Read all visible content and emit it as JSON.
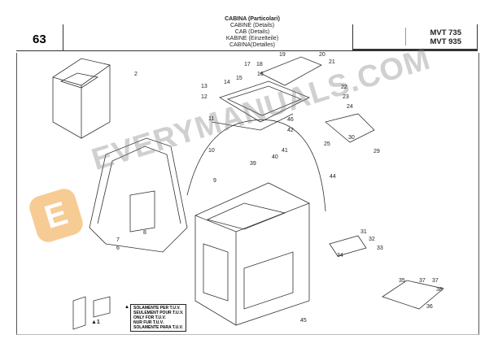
{
  "header": {
    "page_number": "63",
    "titles": [
      "CABINA (Particolari)",
      "CABINE (Details)",
      "CAB (Details)",
      "KABINE (Einzelteile)",
      "CABINA(Detalles)"
    ],
    "models": [
      "MVT 735",
      "MVT 935"
    ]
  },
  "note": {
    "marker": "▲",
    "lines": [
      "SOLAMENTE PER T.U.V.",
      "SEULEMENT POUR T.U.V.",
      "ONLY FOR T.U.V.",
      "NUR FUR T.U.V.",
      "SOLAMENTE PARA T.U.V."
    ]
  },
  "callout_marker": "▲1",
  "callouts": [
    "2",
    "17",
    "18",
    "19",
    "20",
    "21",
    "16",
    "15",
    "14",
    "13",
    "12",
    "22",
    "23",
    "24",
    "46",
    "42",
    "11",
    "10",
    "39",
    "40",
    "41",
    "30",
    "29",
    "25",
    "44",
    "9",
    "8",
    "7",
    "6",
    "31",
    "32",
    "33",
    "34",
    "45",
    "35",
    "37",
    "37",
    "38",
    "36"
  ],
  "watermark": {
    "text": "EVERYMANUALS.COM",
    "logo_letter": "E",
    "logo_color": "#f0a03c"
  }
}
